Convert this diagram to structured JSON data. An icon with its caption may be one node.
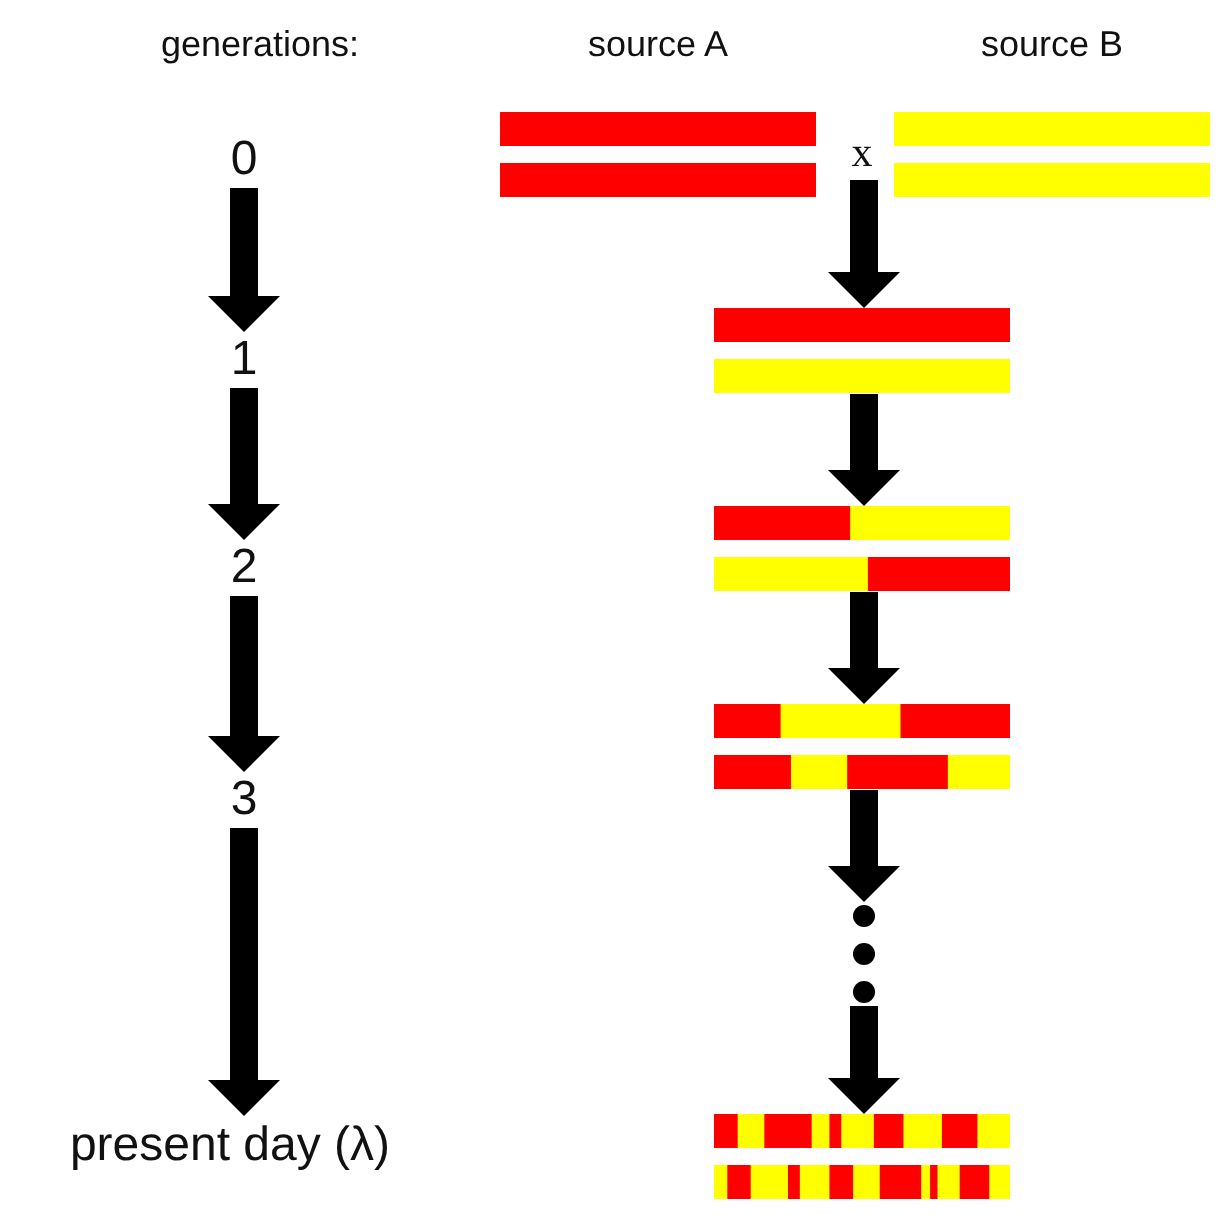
{
  "diagram": {
    "nodes": [
      {
        "text": [
          "0"
        ]
      },
      {
        "text": [
          "1"
        ]
      },
      {
        "text": [
          "2"
        ]
      },
      {
        "text": [
          "3"
        ]
      },
      {
        "text": [
          "present day (λ)"
        ]
      },
      {
        "text": [
          "source A"
        ]
      },
      {
        "text": [
          "source B"
        ]
      },
      {
        "text": [
          "x"
        ]
      },
      {
        "text": [],
        "shape": "bar"
      },
      {
        "text": [],
        "shape": "bar"
      },
      {
        "text": [],
        "shape": "bar"
      },
      {
        "text": [],
        "shape": "dots"
      },
      {
        "text": [],
        "shape": "bar"
      }
    ],
    "edges": [
      {
        "from": 0,
        "to": 1,
        "arrow": "to"
      },
      {
        "from": 1,
        "to": 2,
        "arrow": "to"
      },
      {
        "from": 2,
        "to": 3,
        "arrow": "to"
      },
      {
        "from": 3,
        "to": 4,
        "arrow": "to"
      },
      {
        "from": 7,
        "to": 8,
        "arrow": "to"
      },
      {
        "from": 8,
        "to": 9,
        "arrow": "to"
      },
      {
        "from": 9,
        "to": 10,
        "arrow": "to"
      },
      {
        "from": 10,
        "to": 11,
        "arrow": "to"
      },
      {
        "from": 11,
        "to": 12,
        "arrow": "to"
      }
    ],
    "labels": [
      "generations:"
    ]
  }
}
